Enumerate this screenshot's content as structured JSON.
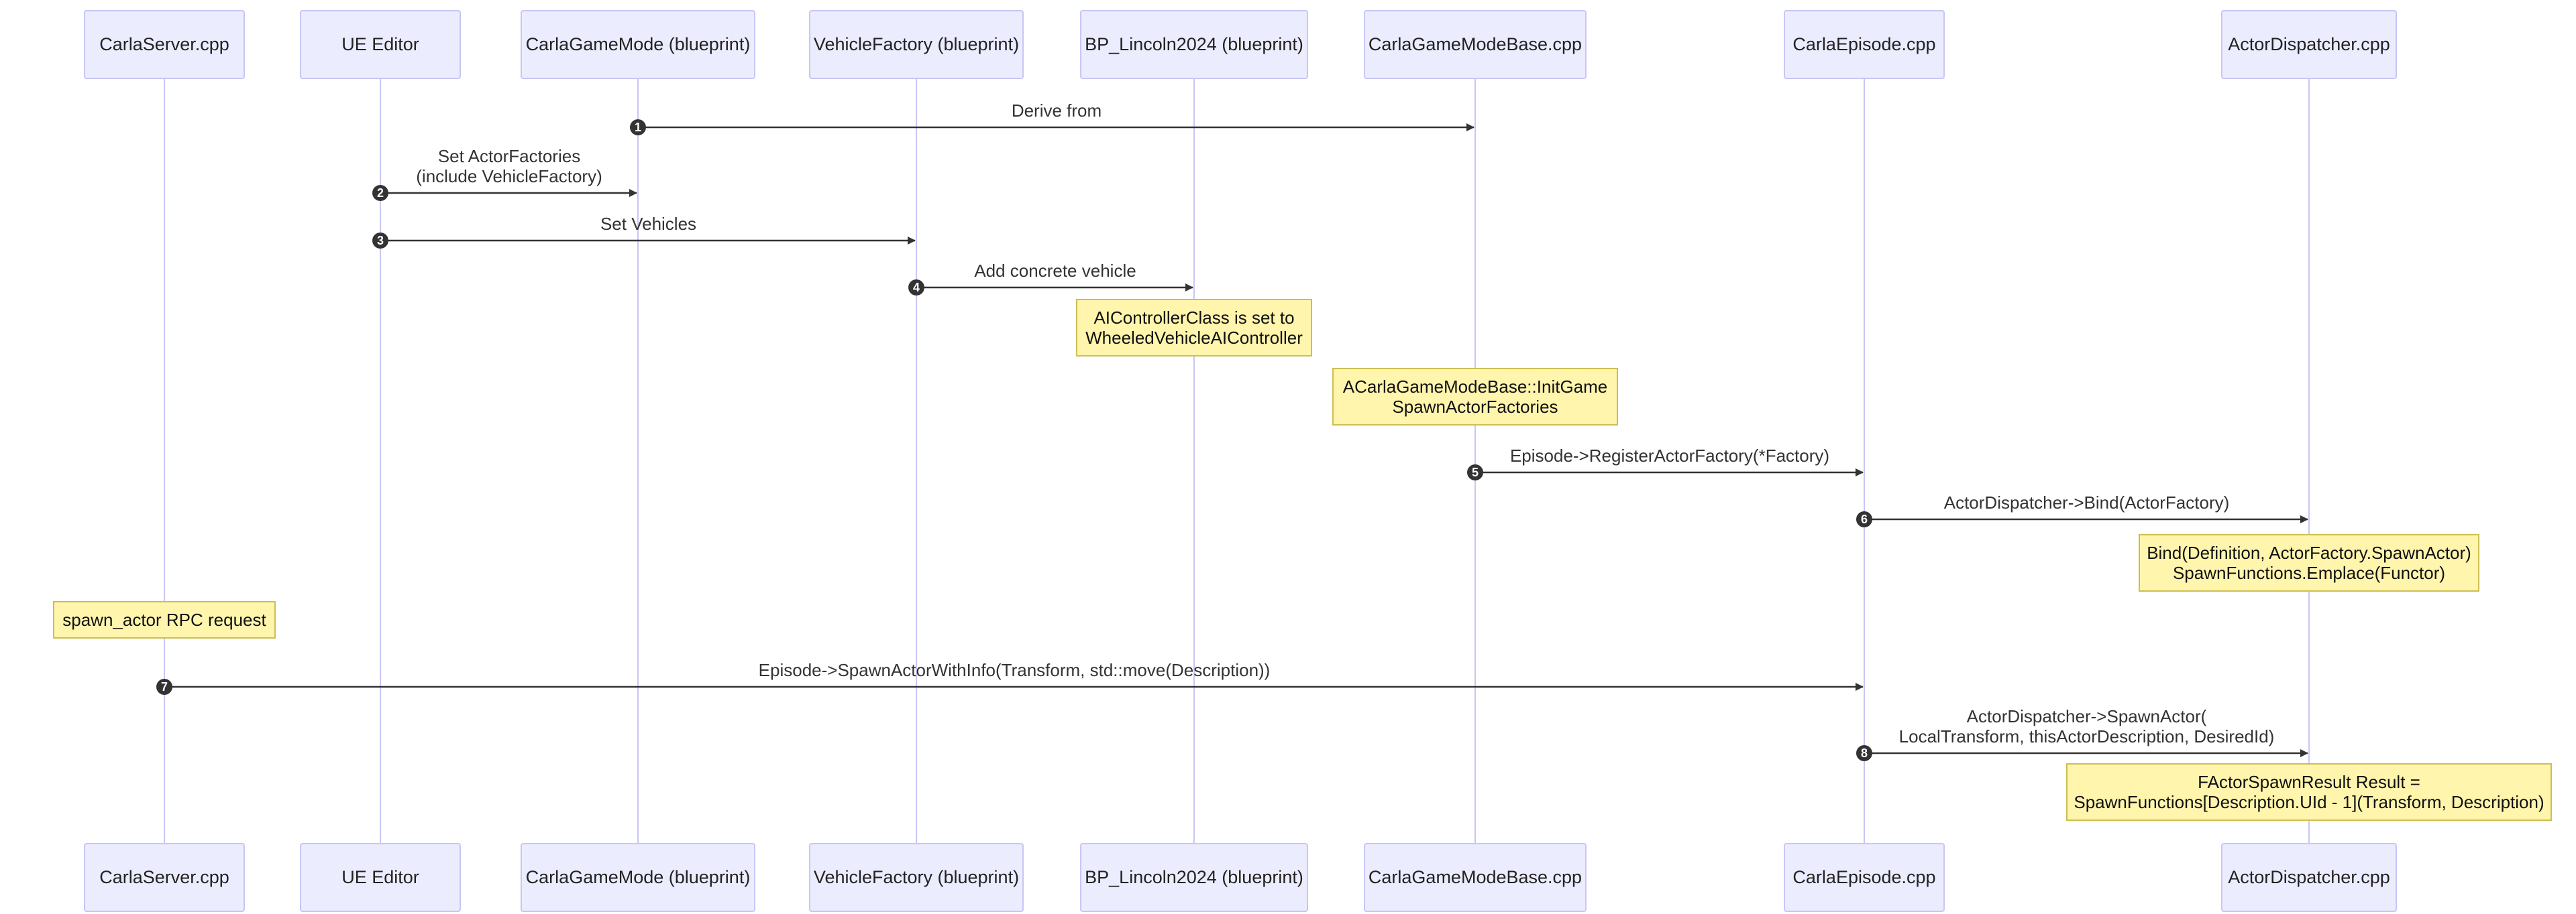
{
  "colors": {
    "actor_fill": "#ECECFF",
    "actor_border": "#C7C7F5",
    "lifeline": "#C7C7F5",
    "arrow": "#333333",
    "note_fill": "#FFF5AD",
    "note_border": "#CDBF52",
    "marker": "#333333"
  },
  "participants": [
    {
      "id": "carla_server",
      "label": "CarlaServer.cpp"
    },
    {
      "id": "ue_editor",
      "label": "UE Editor"
    },
    {
      "id": "carla_game_mode",
      "label": "CarlaGameMode (blueprint)"
    },
    {
      "id": "vehicle_factory",
      "label": "VehicleFactory (blueprint)"
    },
    {
      "id": "bp_lincoln",
      "label": "BP_Lincoln2024 (blueprint)"
    },
    {
      "id": "carla_game_mode_base",
      "label": "CarlaGameModeBase.cpp"
    },
    {
      "id": "carla_episode",
      "label": "CarlaEpisode.cpp"
    },
    {
      "id": "actor_dispatcher",
      "label": "ActorDispatcher.cpp"
    }
  ],
  "messages": [
    {
      "number": "1",
      "from": "carla_game_mode",
      "to": "carla_game_mode_base",
      "lines": [
        "Derive from"
      ]
    },
    {
      "number": "2",
      "from": "ue_editor",
      "to": "carla_game_mode",
      "lines": [
        "Set ActorFactories",
        "(include VehicleFactory)"
      ]
    },
    {
      "number": "3",
      "from": "ue_editor",
      "to": "vehicle_factory",
      "lines": [
        "Set Vehicles"
      ]
    },
    {
      "number": "4",
      "from": "vehicle_factory",
      "to": "bp_lincoln",
      "lines": [
        "Add concrete vehicle"
      ]
    },
    {
      "number": "5",
      "from": "carla_game_mode_base",
      "to": "carla_episode",
      "lines": [
        "Episode->RegisterActorFactory(*Factory)"
      ]
    },
    {
      "number": "6",
      "from": "carla_episode",
      "to": "actor_dispatcher",
      "lines": [
        "ActorDispatcher->Bind(ActorFactory)"
      ]
    },
    {
      "number": "7",
      "from": "carla_server",
      "to": "carla_episode",
      "lines": [
        "Episode->SpawnActorWithInfo(Transform, std::move(Description))"
      ]
    },
    {
      "number": "8",
      "from": "carla_episode",
      "to": "actor_dispatcher",
      "lines": [
        "ActorDispatcher->SpawnActor(",
        "LocalTransform, thisActorDescription, DesiredId)"
      ]
    }
  ],
  "notes": [
    {
      "over": "bp_lincoln",
      "lines": [
        "AIControllerClass is set to",
        "WheeledVehicleAIController"
      ]
    },
    {
      "over": "carla_game_mode_base",
      "lines": [
        "ACarlaGameModeBase::InitGame",
        "SpawnActorFactories"
      ]
    },
    {
      "over": "actor_dispatcher",
      "lines": [
        "Bind(Definition, ActorFactory.SpawnActor)",
        "SpawnFunctions.Emplace(Functor)"
      ]
    },
    {
      "over": "carla_server",
      "lines": [
        "spawn_actor RPC request"
      ]
    },
    {
      "over": "actor_dispatcher",
      "lines": [
        "FActorSpawnResult Result =",
        "SpawnFunctions[Description.UId - 1](Transform, Description)"
      ]
    }
  ]
}
